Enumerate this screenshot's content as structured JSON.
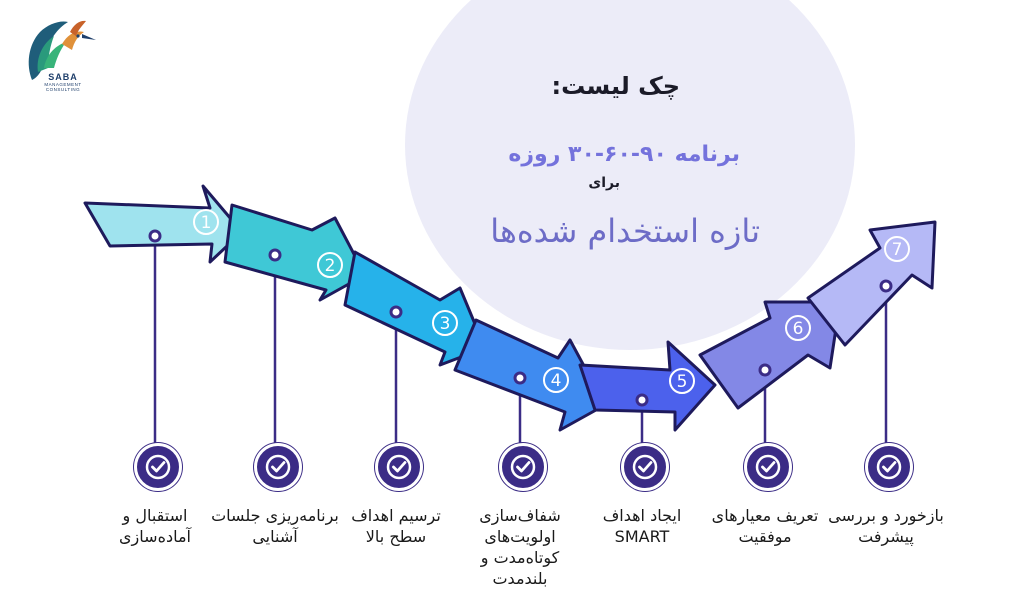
{
  "logo": {
    "name": "SABA",
    "line2": "MANAGEMENT",
    "line3": "CONSULTING"
  },
  "header": {
    "title": "چک لیست:",
    "program": "برنامه ۹۰-۶۰-۳۰ روزه",
    "for": "برای",
    "audience": "تازه استخدام شده‌ها"
  },
  "colors": {
    "step1": "#9fe3ee",
    "step2": "#3fc8d6",
    "step3": "#26b2ea",
    "step4": "#3f8bf0",
    "step5": "#4c61ec",
    "step6": "#8388e6",
    "step7": "#b5b9f6",
    "check": "#3b2c86",
    "connector": "#3b2c86"
  },
  "steps": [
    {
      "number": "1",
      "label": "استقبال و آماده‌سازی"
    },
    {
      "number": "2",
      "label": "برنامه‌ریزی جلسات آشنایی"
    },
    {
      "number": "3",
      "label": "ترسیم اهداف سطح بالا"
    },
    {
      "number": "4",
      "label": "شفاف‌سازی اولویت‌های کوتاه‌مدت و بلندمدت"
    },
    {
      "number": "5",
      "label": "ایجاد اهداف SMART"
    },
    {
      "number": "6",
      "label": "تعریف معیارهای موفقیت"
    },
    {
      "number": "7",
      "label": "بازخورد و بررسی پیشرفت"
    }
  ]
}
